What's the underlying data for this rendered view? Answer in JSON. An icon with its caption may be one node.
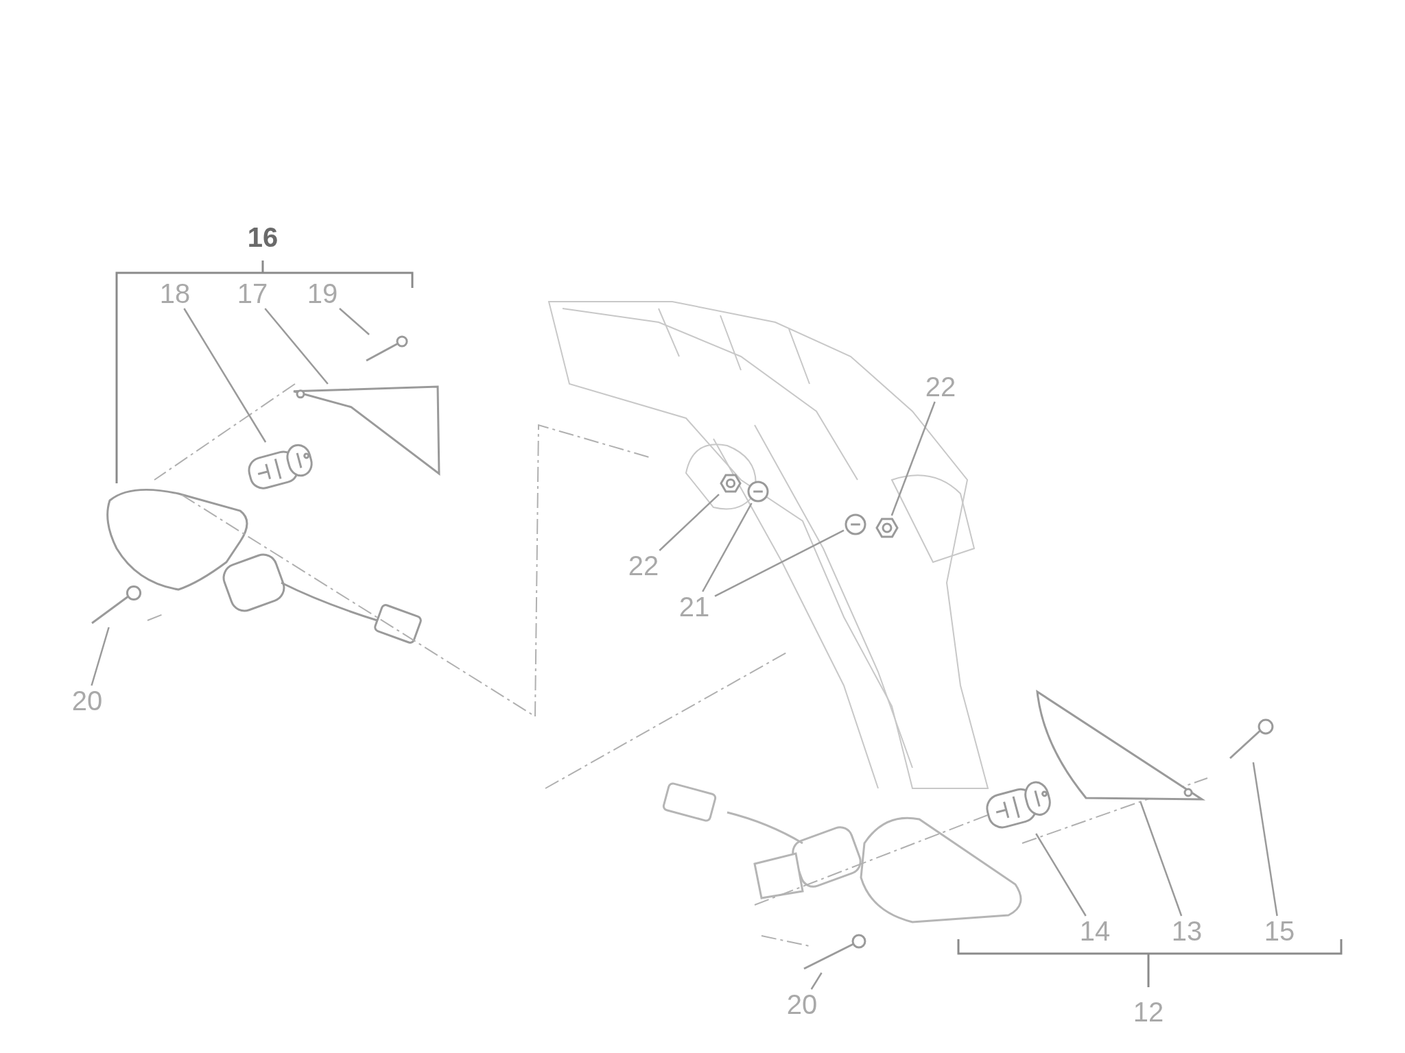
{
  "diagram": {
    "nodes": [
      {
        "text": [
          "18"
        ]
      },
      {
        "text": [
          "17"
        ]
      },
      {
        "text": [
          "19"
        ]
      },
      {
        "text": [
          "22"
        ]
      },
      {
        "text": [
          "22"
        ]
      },
      {
        "text": [
          "21"
        ]
      },
      {
        "text": [
          "20"
        ]
      },
      {
        "text": [
          "14"
        ]
      },
      {
        "text": [
          "13"
        ]
      },
      {
        "text": [
          "15"
        ]
      },
      {
        "text": [
          "20"
        ]
      },
      {
        "text": [],
        "shape": "picture"
      },
      {
        "text": [],
        "shape": "picture"
      },
      {
        "text": [],
        "shape": "picture"
      },
      {
        "text": [],
        "shape": "picture"
      },
      {
        "text": [],
        "shape": "picture"
      },
      {
        "text": [],
        "shape": "picture"
      },
      {
        "text": [],
        "shape": "picture"
      },
      {
        "text": [],
        "shape": "picture"
      },
      {
        "text": [],
        "shape": "picture"
      },
      {
        "text": [],
        "shape": "picture"
      },
      {
        "text": [],
        "shape": "picture"
      },
      {
        "text": [],
        "shape": "picture"
      }
    ],
    "edges": [
      {
        "from": 0,
        "to": 12,
        "arrow": "none"
      },
      {
        "from": 1,
        "to": 11,
        "arrow": "none"
      },
      {
        "from": 2,
        "to": 13,
        "arrow": "none"
      },
      {
        "from": 3,
        "to": 14,
        "arrow": "none"
      },
      {
        "from": 4,
        "to": 15,
        "arrow": "none"
      },
      {
        "from": 5,
        "to": 16,
        "arrow": "none"
      },
      {
        "from": 5,
        "to": 17,
        "arrow": "none"
      },
      {
        "from": 6,
        "to": 18,
        "arrow": "none"
      },
      {
        "from": 7,
        "to": 19,
        "arrow": "none"
      },
      {
        "from": 8,
        "to": 20,
        "arrow": "none"
      },
      {
        "from": 9,
        "to": 21,
        "arrow": "none"
      },
      {
        "from": 10,
        "to": 22,
        "arrow": "none"
      }
    ],
    "labels": [
      "16",
      "12"
    ]
  }
}
